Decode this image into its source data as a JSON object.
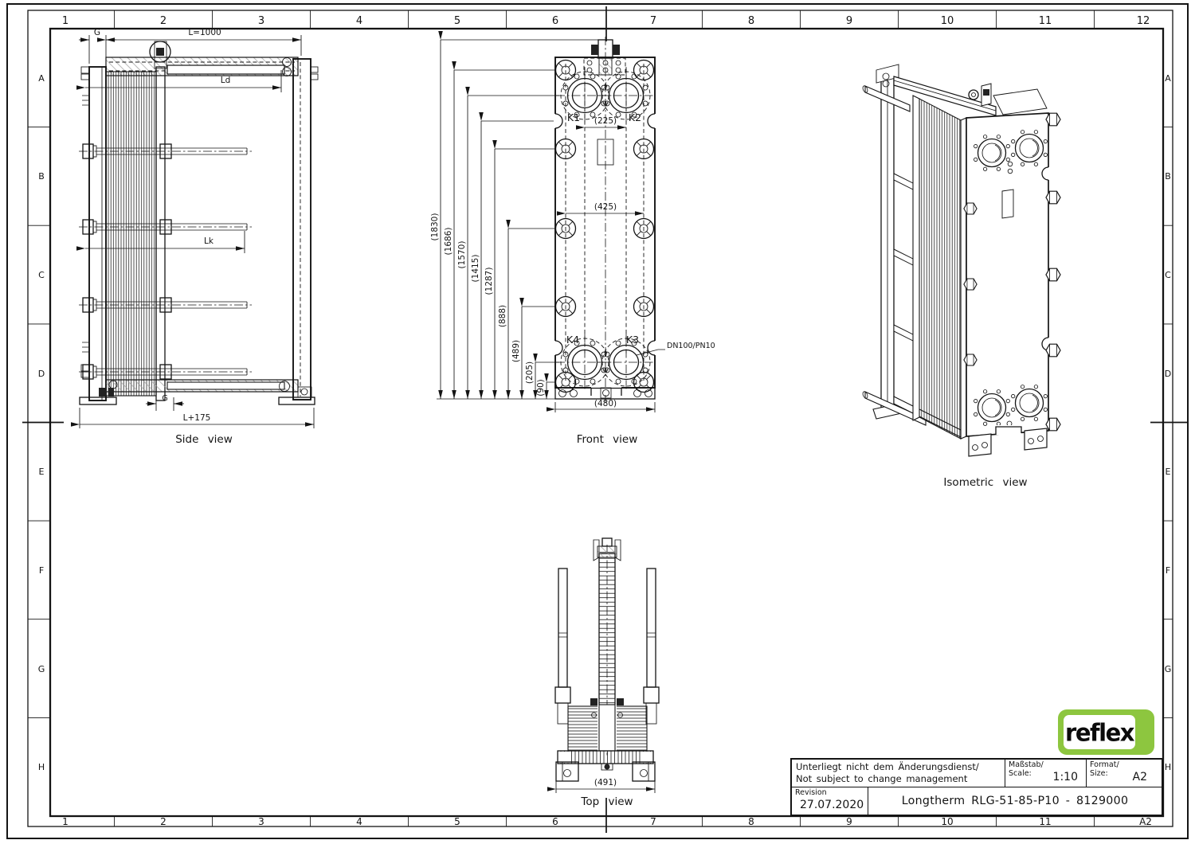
{
  "frame": {
    "cols_top": [
      "1",
      "2",
      "3",
      "4",
      "5",
      "6",
      "7",
      "8",
      "9",
      "10",
      "11",
      "12"
    ],
    "cols_bottom": [
      "1",
      "2",
      "3",
      "4",
      "5",
      "6",
      "7",
      "8",
      "9",
      "10",
      "11",
      "A2"
    ],
    "rows_left": [
      "A",
      "B",
      "C",
      "D",
      "E",
      "F",
      "G",
      "H"
    ],
    "rows_right": [
      "A",
      "B",
      "C",
      "D",
      "E",
      "F",
      "G",
      "H"
    ]
  },
  "side_view": {
    "label": "Side view",
    "dim_g_top": "G",
    "dim_l": "L=1000",
    "dim_ld": "Ld",
    "dim_lk": "Lk",
    "dim_g_bottom": "G",
    "dim_l175": "L+175"
  },
  "front_view": {
    "label": "Front view",
    "port_k1": "K1",
    "port_k2": "K2",
    "port_k3": "K3",
    "port_k4": "K4",
    "callout": "DN100/PN10",
    "heights": [
      "(1830)",
      "(1686)",
      "(1570)",
      "(1415)",
      "(1287)",
      "(888)",
      "(489)",
      "(205)",
      "(90)"
    ],
    "dim_w_ports": "(225)",
    "dim_w_bolts": "(425)",
    "dim_w_base": "(480)"
  },
  "top_view": {
    "label": "Top view",
    "dim_w": "(491)"
  },
  "iso_view": {
    "label": "Isometric view"
  },
  "title_block": {
    "note_line1": "Unterliegt nicht dem Änderungsdienst/",
    "note_line2": "Not subject to change management",
    "scale_label1": "Maßstab/",
    "scale_label2": "Scale:",
    "scale_value": "1:10",
    "format_label1": "Format/",
    "format_label2": "Size:",
    "format_value": "A2",
    "revision_label": "Revision",
    "revision_date": "27.07.2020",
    "drawing_title": "Longtherm RLG-51-85-P10  -  8129000"
  },
  "logo": {
    "text": "reflex",
    "color": "#8dc63f"
  }
}
